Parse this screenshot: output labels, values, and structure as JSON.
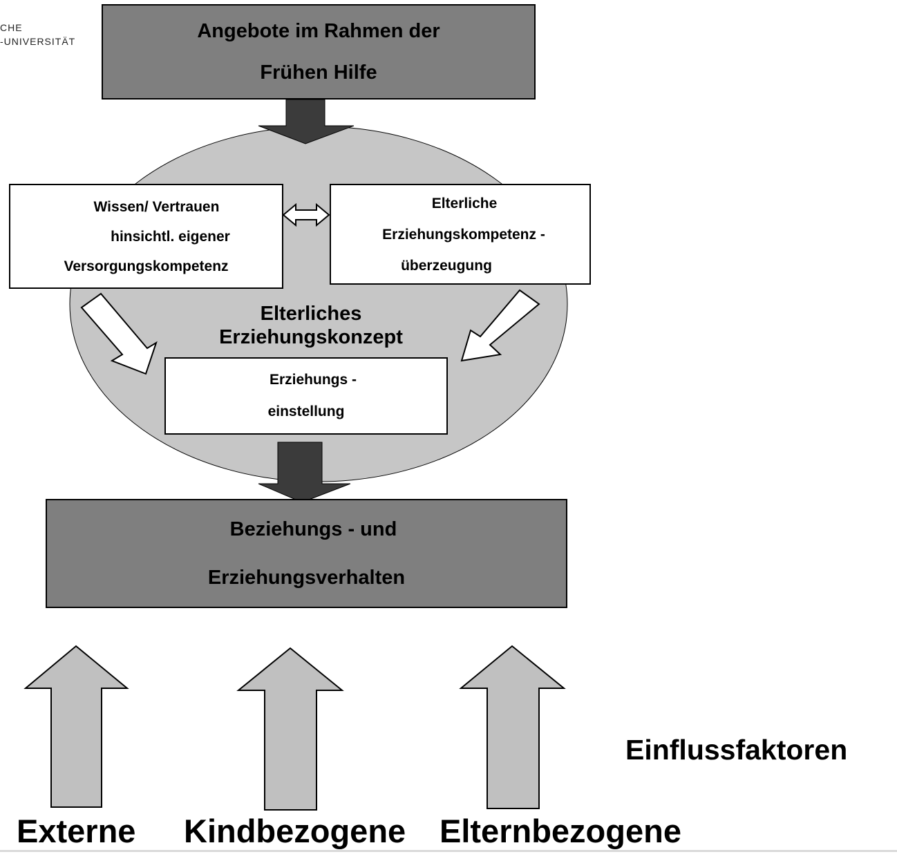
{
  "logo": {
    "line1": "CHE",
    "line2": "-UNIVERSITÄT"
  },
  "top_box": {
    "line1": "Angebote im Rahmen der",
    "line2": "Frühen Hilfe"
  },
  "left_box": {
    "line1": "Wissen/ Vertrauen",
    "line2": "hinsichtl. eigener",
    "line3": "Versorgungskompetenz"
  },
  "right_box": {
    "line1": "Elterliche",
    "line2": "Erziehungskompetenz -",
    "line3": "überzeugung"
  },
  "ellipse_label": {
    "line1": "Elterliches",
    "line2": "Erziehungskonzept"
  },
  "center_box": {
    "line1": "Erziehungs -",
    "line2": "einstellung"
  },
  "bottom_box": {
    "line1": "Beziehungs - und",
    "line2": "Erziehungsverhalten"
  },
  "influence_label": "Einflussfaktoren",
  "factors": [
    "Externe",
    "Kindbezogene",
    "Elternbezogene"
  ],
  "colors": {
    "dark_box": "#7f7f7f",
    "ellipse": "#c6c6c6",
    "dark_arrow": "#3b3b3b",
    "up_arrow": "#c0c0c0"
  }
}
